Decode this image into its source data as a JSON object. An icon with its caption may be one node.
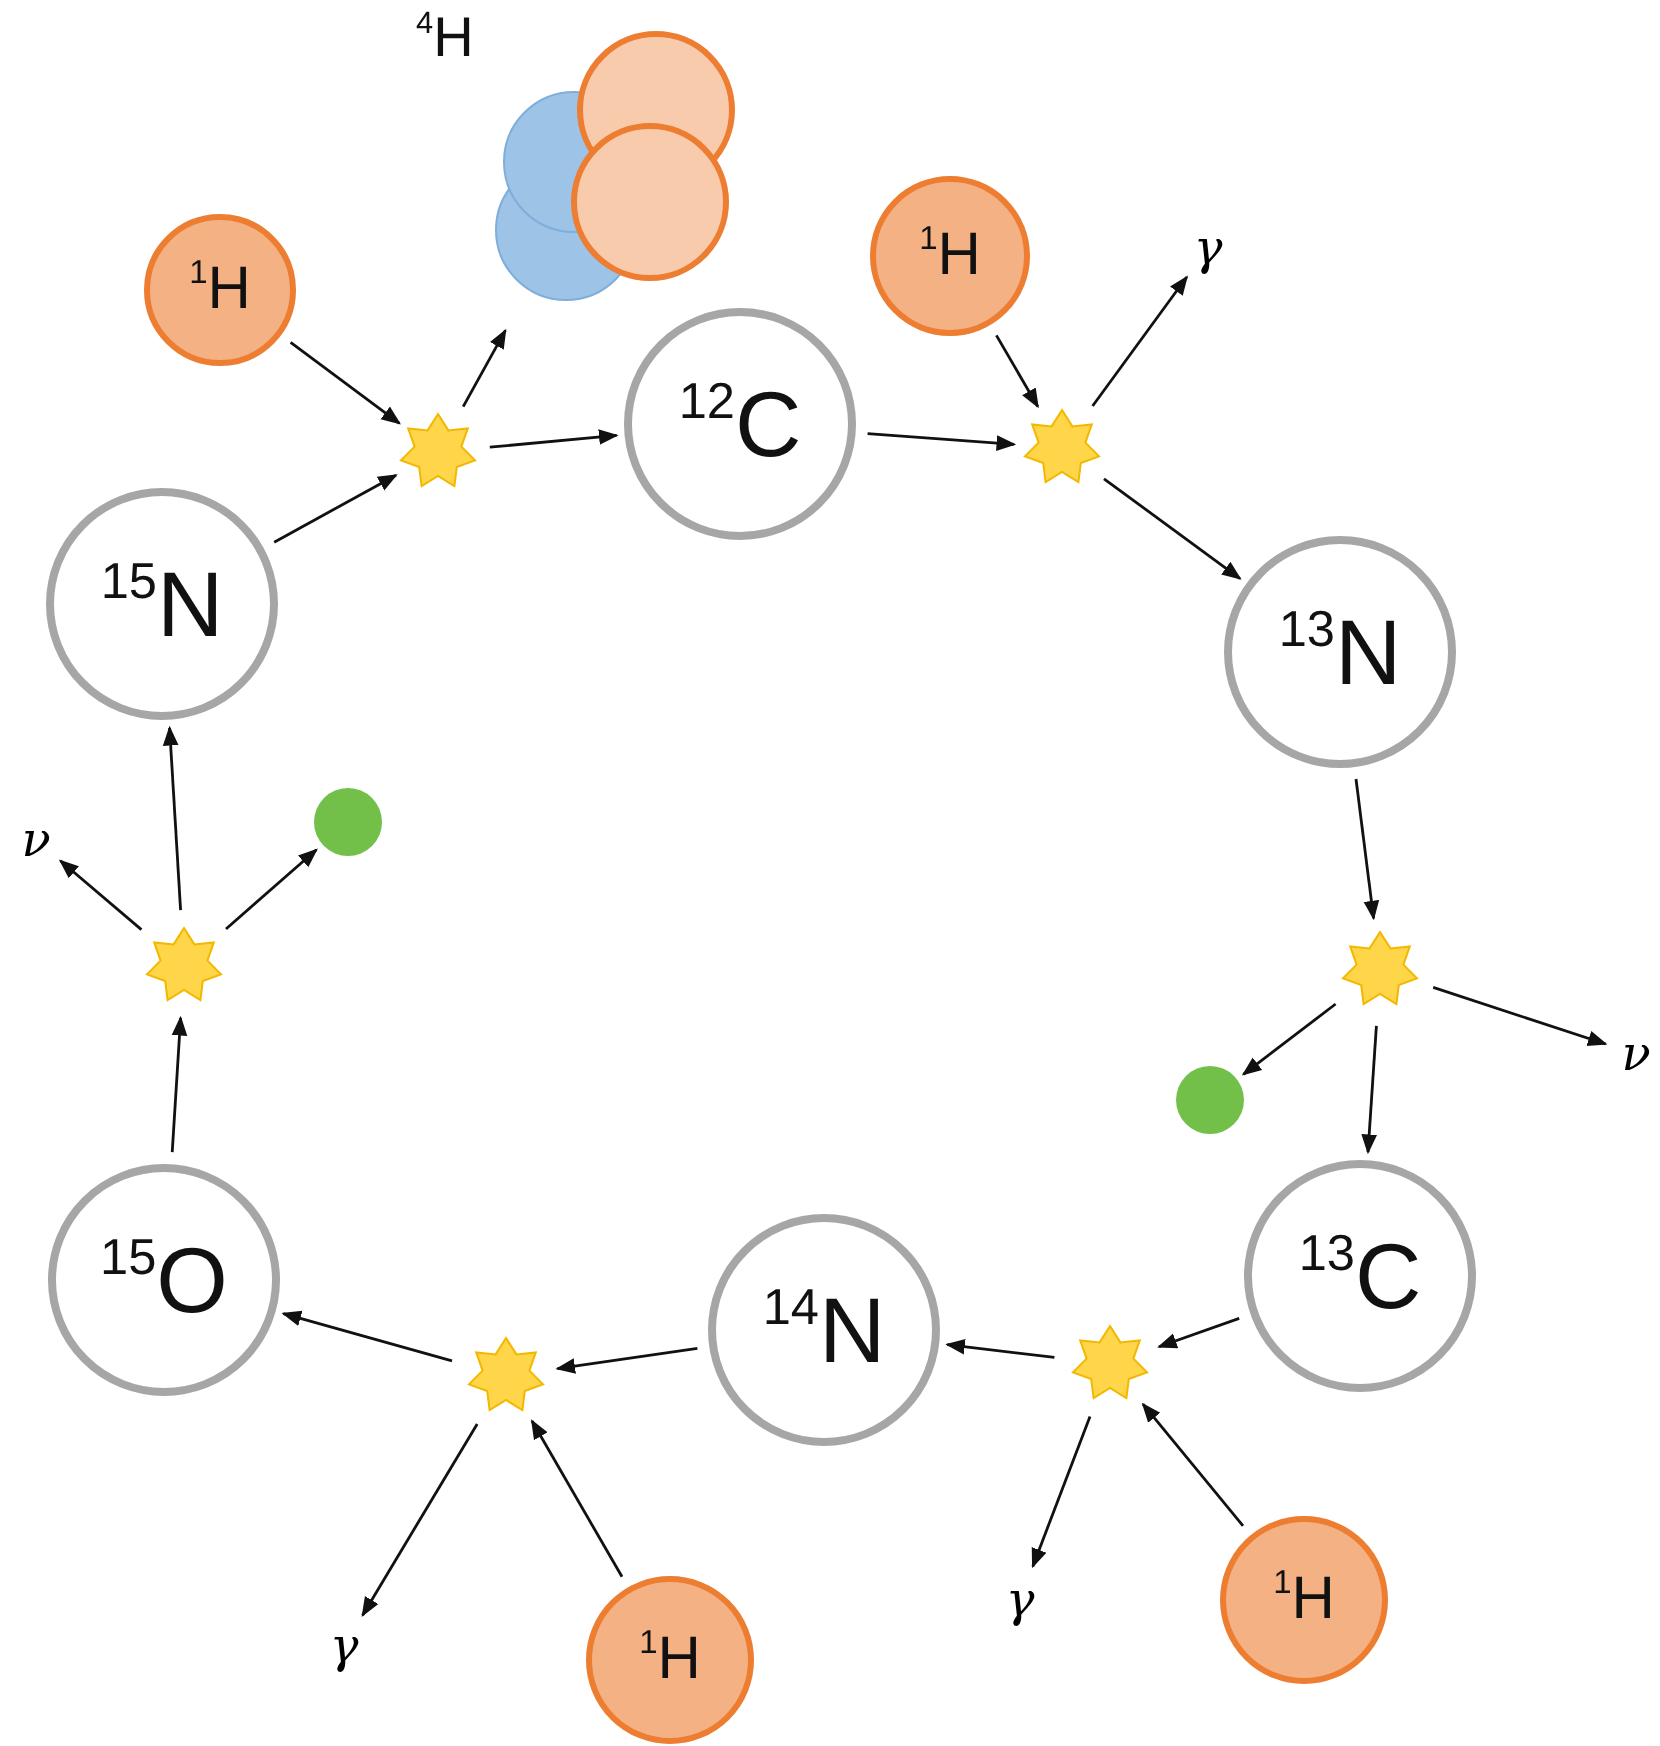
{
  "diagram": {
    "nodes": [
      {
        "text": [
          "$^{4}$H"
        ]
      },
      {
        "text": [
          "$^{1}$H"
        ]
      },
      {
        "text": [],
        "shape": "star"
      },
      {
        "text": [
          "$^{12}$C"
        ]
      },
      {
        "text": [
          "$^{1}$H"
        ]
      },
      {
        "text": [],
        "shape": "star"
      },
      {
        "text": [
          "γ"
        ]
      },
      {
        "text": [
          "$^{15}$N"
        ]
      },
      {
        "text": [
          "$^{13}$N"
        ]
      },
      {
        "text": [],
        "shape": "star"
      },
      {
        "text": [],
        "shape": "circle"
      },
      {
        "text": [
          "ν"
        ]
      },
      {
        "text": [
          "$^{13}$C"
        ]
      },
      {
        "text": [],
        "shape": "star"
      },
      {
        "text": [
          "ν"
        ]
      },
      {
        "text": [],
        "shape": "circle"
      },
      {
        "text": [
          "$^{15}$O"
        ]
      },
      {
        "text": [
          "$^{14}$N"
        ]
      },
      {
        "text": [],
        "shape": "star"
      },
      {
        "text": [],
        "shape": "star"
      },
      {
        "text": [
          "γ"
        ]
      },
      {
        "text": [
          "$^{1}$H"
        ]
      },
      {
        "text": [
          "γ"
        ]
      },
      {
        "text": [
          "$^{1}$H"
        ]
      }
    ],
    "edges": [
      {
        "from": 1,
        "to": 2,
        "arrow": "to"
      },
      {
        "from": 7,
        "to": 2,
        "arrow": "to"
      },
      {
        "from": 2,
        "to": 0,
        "arrow": "to"
      },
      {
        "from": 2,
        "to": 3,
        "arrow": "to"
      },
      {
        "from": 3,
        "to": 5,
        "arrow": "to"
      },
      {
        "from": 4,
        "to": 5,
        "arrow": "to"
      },
      {
        "from": 5,
        "to": 6,
        "arrow": "to"
      },
      {
        "from": 5,
        "to": 8,
        "arrow": "to"
      },
      {
        "from": 8,
        "to": 9,
        "arrow": "to"
      },
      {
        "from": 9,
        "to": 10,
        "arrow": "to"
      },
      {
        "from": 9,
        "to": 11,
        "arrow": "to"
      },
      {
        "from": 9,
        "to": 12,
        "arrow": "to"
      },
      {
        "from": 12,
        "to": 18,
        "arrow": "to"
      },
      {
        "from": 21,
        "to": 18,
        "arrow": "to"
      },
      {
        "from": 18,
        "to": 17,
        "arrow": "to"
      },
      {
        "from": 18,
        "to": 20,
        "arrow": "to"
      },
      {
        "from": 17,
        "to": 19,
        "arrow": "to"
      },
      {
        "from": 23,
        "to": 19,
        "arrow": "to"
      },
      {
        "from": 19,
        "to": 16,
        "arrow": "to"
      },
      {
        "from": 19,
        "to": 22,
        "arrow": "to"
      },
      {
        "from": 16,
        "to": 13,
        "arrow": "to"
      },
      {
        "from": 13,
        "to": 7,
        "arrow": "to"
      },
      {
        "from": 13,
        "to": 14,
        "arrow": "to"
      },
      {
        "from": 13,
        "to": 15,
        "arrow": "to"
      }
    ]
  }
}
